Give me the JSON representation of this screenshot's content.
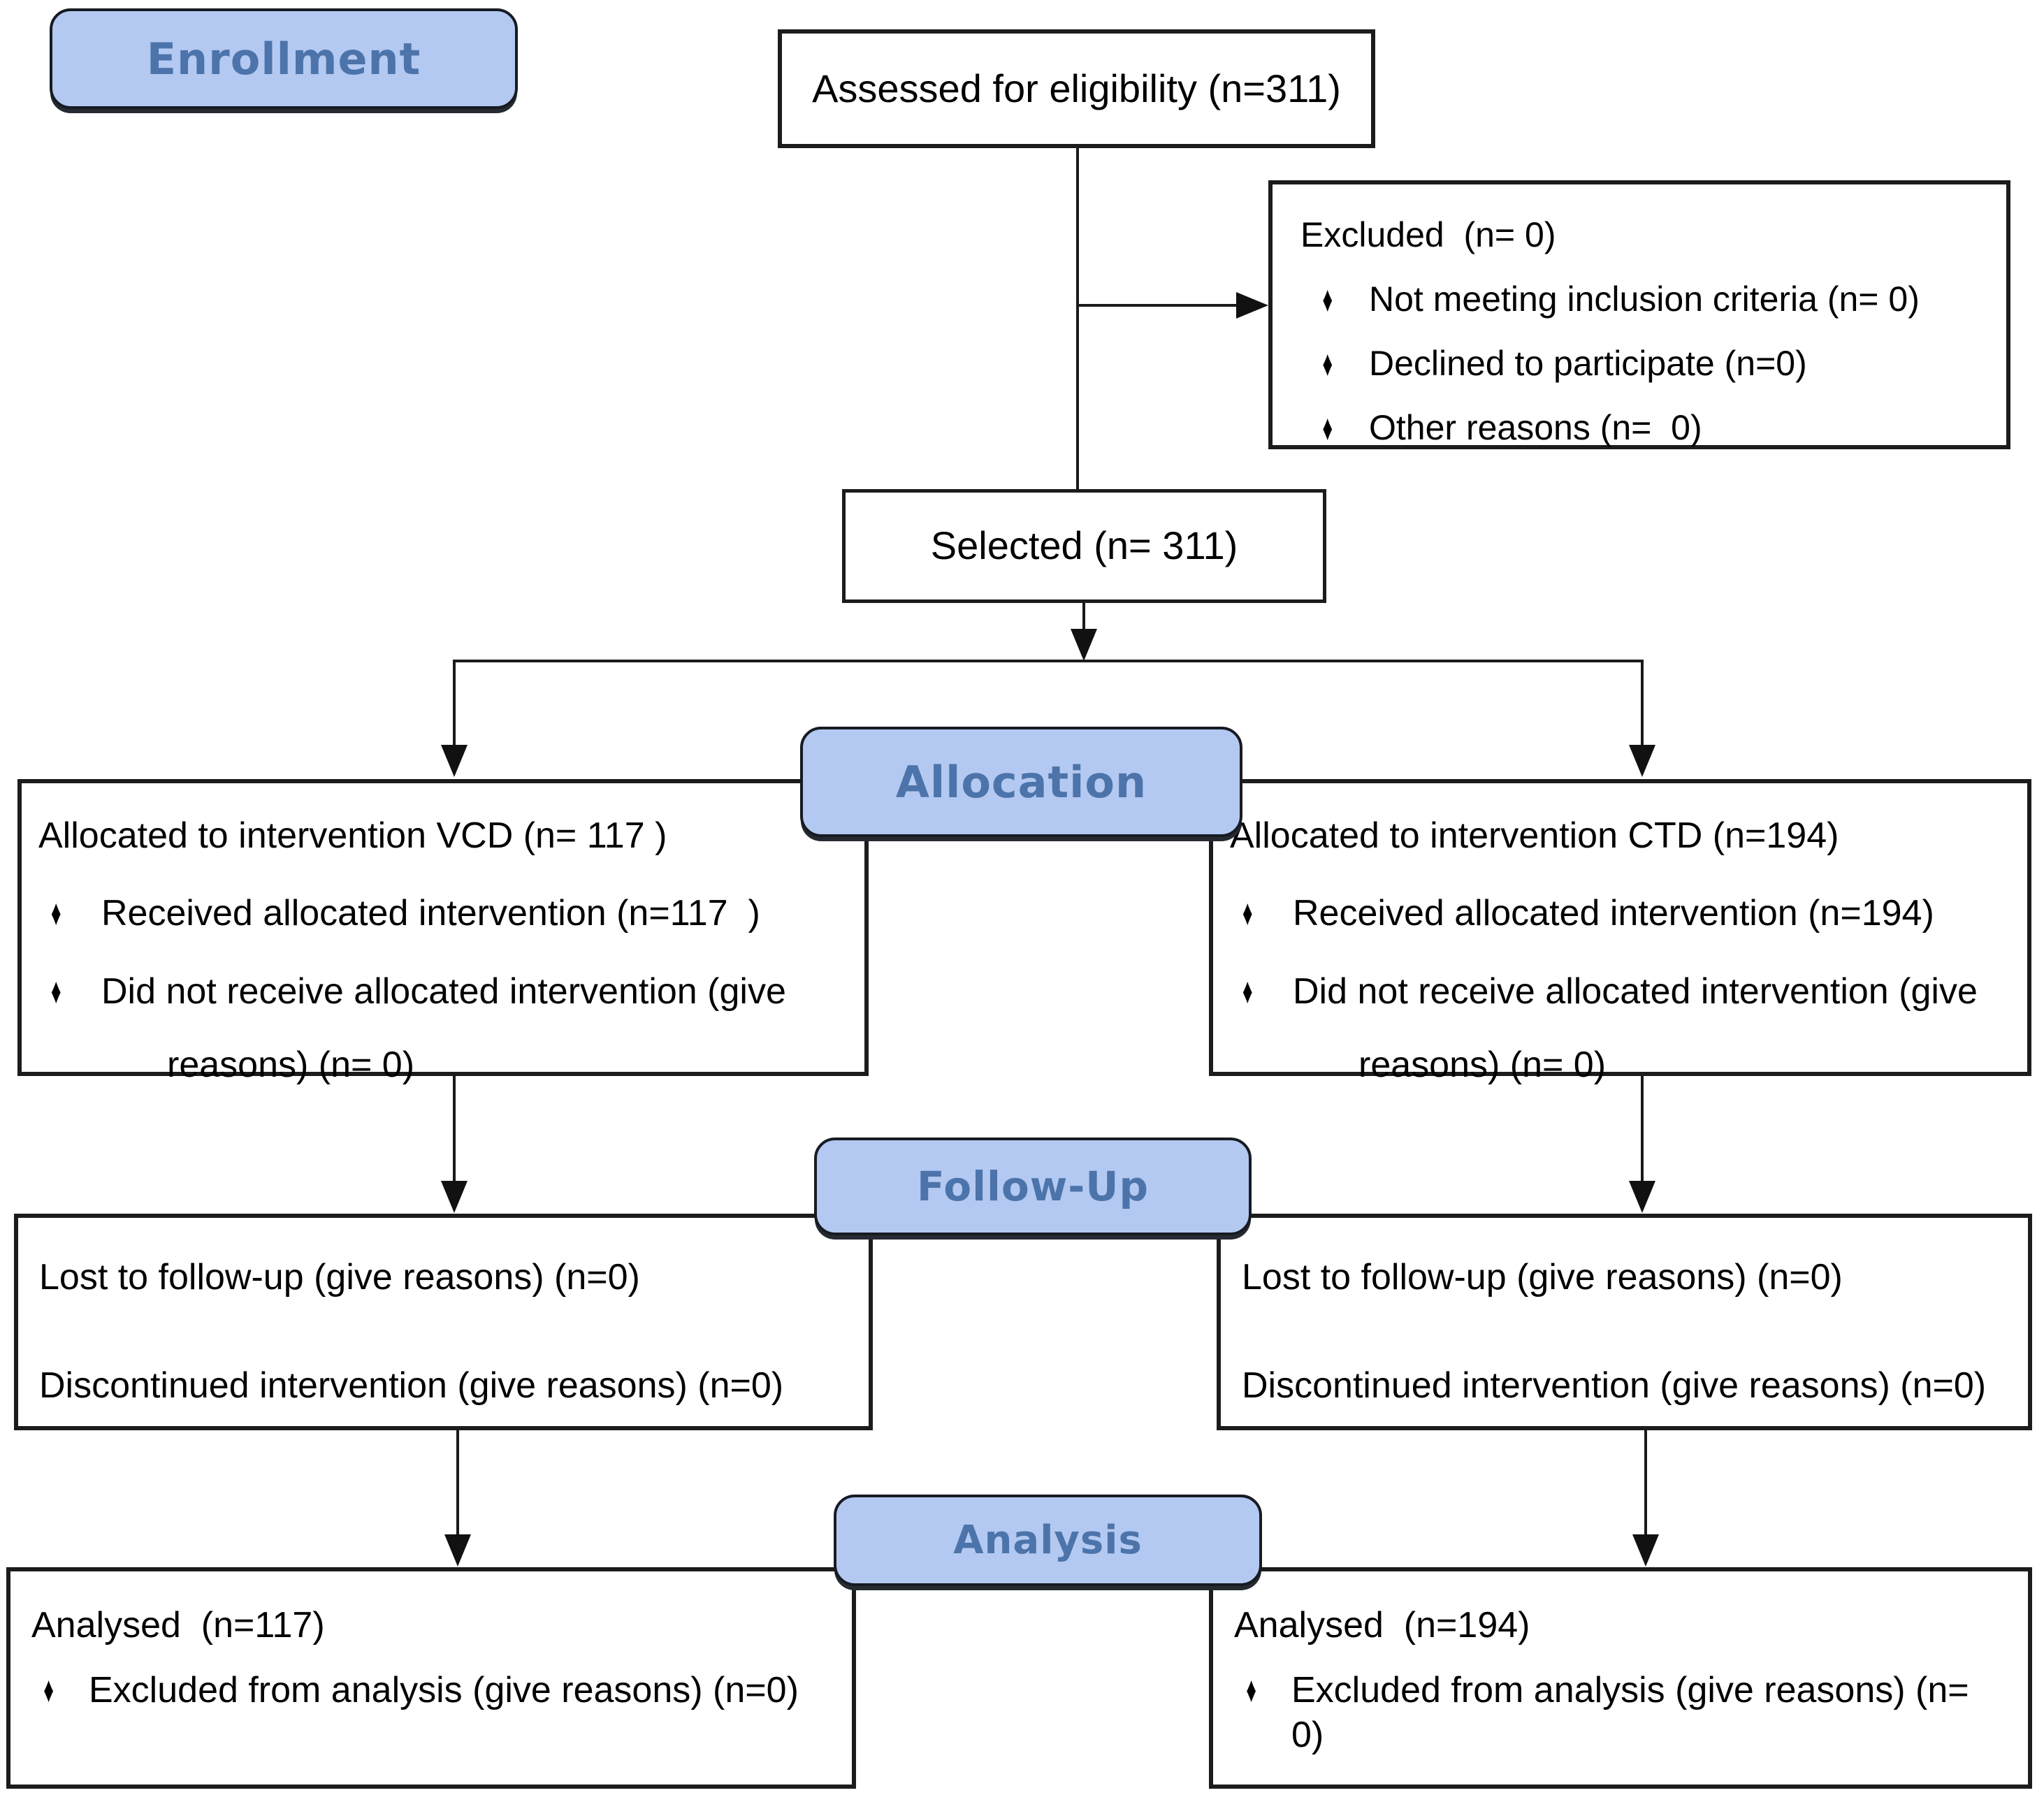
{
  "colors": {
    "label_fill": "#b3c9f1",
    "label_text": "#4c74aa",
    "label_border": "#171b22",
    "box_border": "#1c1c1c",
    "line": "#1a1a1a",
    "background": "#ffffff"
  },
  "glyphs": {
    "bullet": "♦"
  },
  "stage_labels": {
    "enrollment": "Enrollment",
    "allocation": "Allocation",
    "followup": "Follow-Up",
    "analysis": "Analysis"
  },
  "boxes": {
    "assessed": {
      "text": "Assessed for eligibility (n=311)"
    },
    "excluded": {
      "title": "Excluded  (n= 0)",
      "bullets": [
        "Not meeting inclusion criteria (n= 0)",
        "Declined to participate (n=0)",
        "Other reasons (n=  0)"
      ]
    },
    "selected": {
      "text": "Selected (n= 311)"
    },
    "allocation_left": {
      "title": "Allocated to intervention VCD (n= 117 )",
      "bullet1": "Received allocated intervention (n=117  )",
      "bullet2_line1": "Did not receive allocated intervention (give",
      "bullet2_line2": "reasons) (n= 0)"
    },
    "allocation_right": {
      "title": "Allocated to intervention CTD (n=194)",
      "bullet1": "Received allocated intervention (n=194)",
      "bullet2_line1": "Did not receive allocated intervention (give",
      "bullet2_line2": "reasons) (n= 0)"
    },
    "followup_left": {
      "line1": "Lost to follow-up (give reasons) (n=0)",
      "line2": "Discontinued intervention (give reasons) (n=0)"
    },
    "followup_right": {
      "line1": "Lost to follow-up (give reasons) (n=0)",
      "line2": "Discontinued intervention (give reasons) (n=0)"
    },
    "analysis_left": {
      "title": "Analysed  (n=117)",
      "bullet1": "Excluded from analysis (give reasons) (n=0)"
    },
    "analysis_right": {
      "title": "Analysed  (n=194)",
      "bullet1": "Excluded from analysis (give reasons) (n= 0)"
    }
  }
}
